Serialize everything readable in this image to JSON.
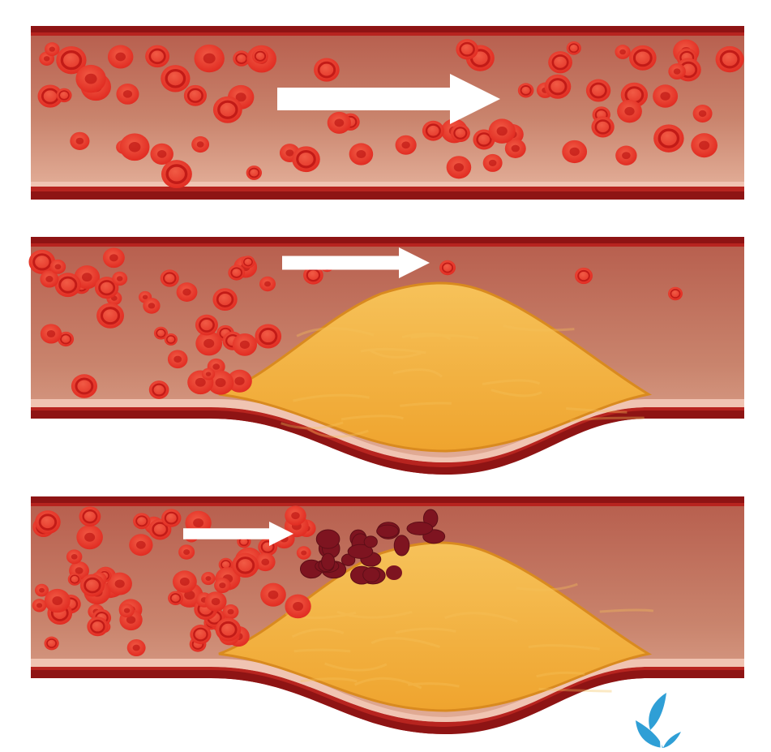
{
  "colors": {
    "background": "#ffffff",
    "vessel_wall_dark": "#8e1414",
    "vessel_wall": "#b7241f",
    "vessel_interior_top": "#b8604f",
    "vessel_interior_mid": "#c9846d",
    "vessel_interior_bottom": "#e2ad97",
    "vessel_inner_lining": "#f0c4b2",
    "blood_cell": "#e12c22",
    "blood_cell_inner": "#c21b17",
    "blood_cell_highlight": "#f15b45",
    "clot_cell": "#7e1420",
    "plaque_fill": "#efa42e",
    "plaque_fill_light": "#f6c25a",
    "plaque_edge": "#d98a1f",
    "flow_arrow": "#ffffff",
    "logo_blue": "#2f9fd6"
  },
  "panels": [
    {
      "id": "normal-artery",
      "plaque_level": 0,
      "arrow_scale": 1.0,
      "clot": false
    },
    {
      "id": "narrowed-artery",
      "plaque_level": 0.55,
      "arrow_scale": 0.62,
      "clot": false
    },
    {
      "id": "blocked-artery",
      "plaque_level": 0.55,
      "arrow_scale": 0.45,
      "clot": true
    }
  ],
  "icons": {
    "flow_arrow": "right-arrow-icon",
    "logo": "butterfly-leaf-logo-icon"
  }
}
